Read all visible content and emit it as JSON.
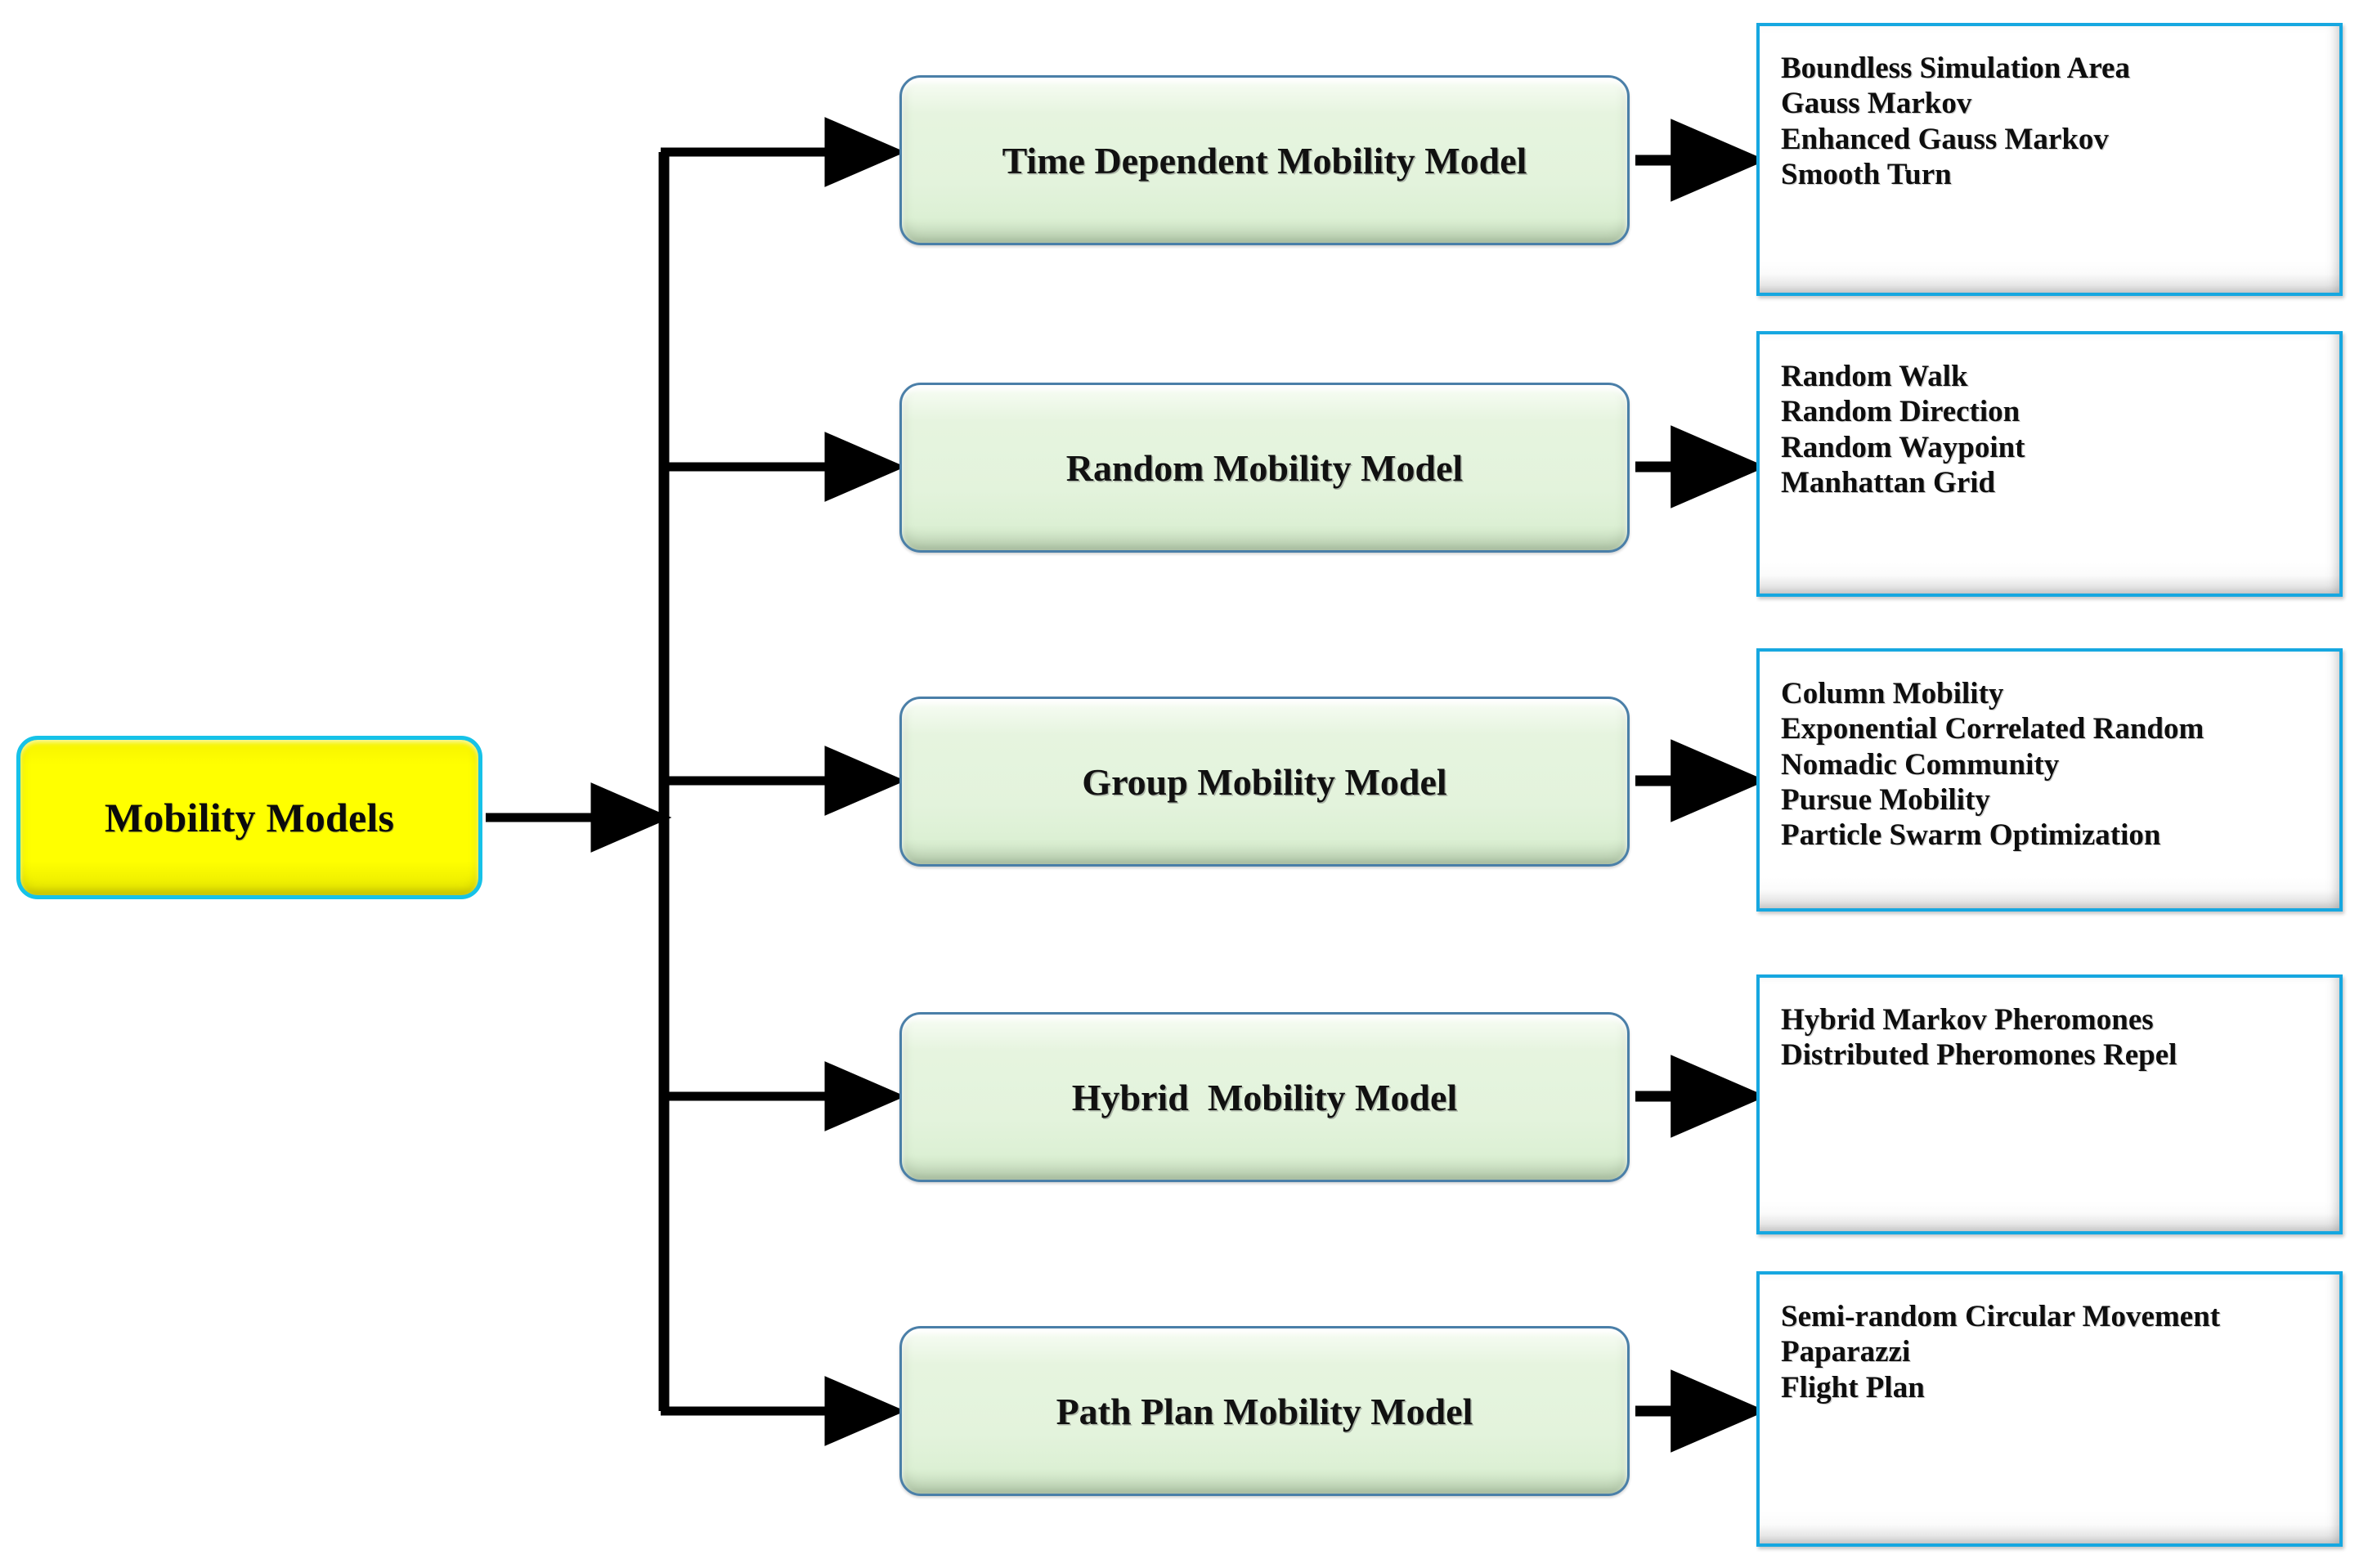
{
  "diagram": {
    "title": "Mobility Models",
    "root": {
      "label": "Mobility Models",
      "fill_color": "#FFFF00",
      "border_color": "#16C2E8"
    },
    "category_style": {
      "fill_color": "#E3F3DC",
      "border_color": "#4A7FA8"
    },
    "detail_style": {
      "fill_color": "#FFFFFF",
      "border_color": "#16A7E0"
    },
    "connector_color": "#000000",
    "branches": [
      {
        "category": "Time Dependent Mobility Model",
        "items": [
          "Boundless Simulation Area",
          "Gauss Markov",
          "Enhanced Gauss Markov",
          "Smooth Turn"
        ]
      },
      {
        "category": "Random Mobility Model",
        "items": [
          "Random Walk",
          "Random Direction",
          "Random Waypoint",
          "Manhattan Grid"
        ]
      },
      {
        "category": "Group Mobility Model",
        "items": [
          "Column Mobility",
          "Exponential Correlated  Random",
          "Nomadic Community",
          "Pursue Mobility",
          "Particle Swarm Optimization"
        ]
      },
      {
        "category": "Hybrid  Mobility Model",
        "items": [
          "Hybrid Markov Pheromones",
          "Distributed Pheromones Repel"
        ]
      },
      {
        "category": "Path Plan Mobility Model",
        "items": [
          "Semi-random Circular Movement",
          "Paparazzi",
          "Flight Plan"
        ]
      }
    ]
  }
}
